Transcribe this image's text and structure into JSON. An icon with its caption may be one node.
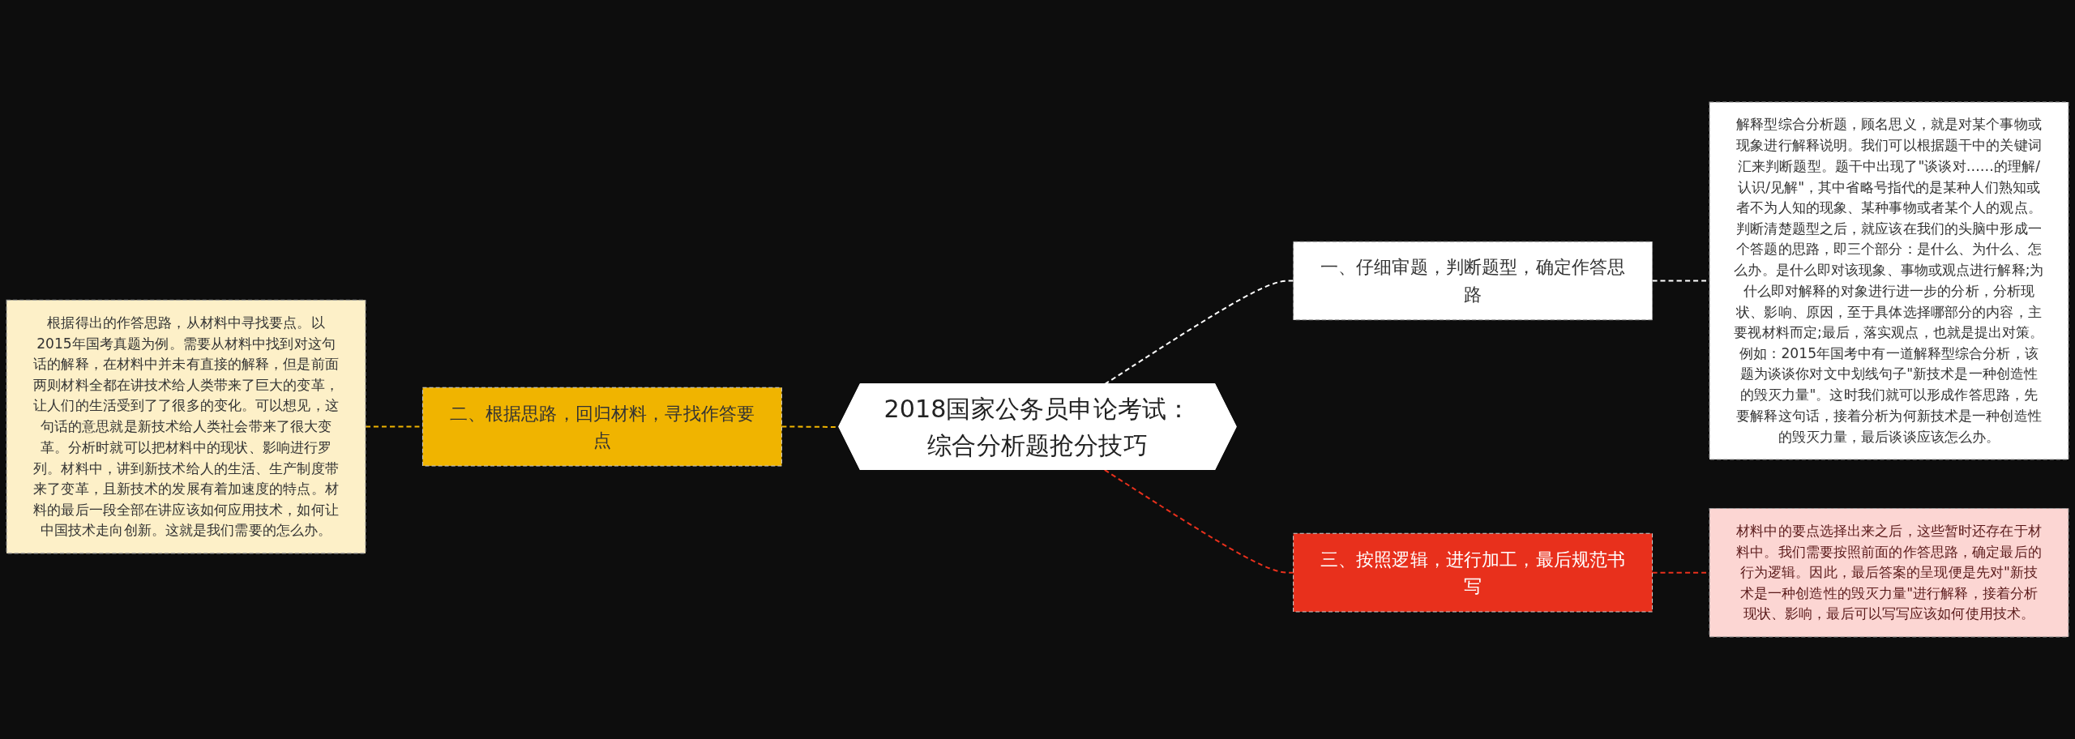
{
  "diagram": {
    "nodes": [
      {
        "text": [
          "根据得出的作答思路，从材料中寻找要点。以2015年国考真题为例。需要从材料中找到对这句话的解释，在材料中并未有直接的解释，但是前面两则材料全都在讲技术给人类带来了巨大的变革，让人们的生活受到了了很多的变化。可以想见，这句话的意思就是新技术给人类社会带来了很大变革。分析时就可以把材料中的现状、影响进行罗列。材料中，讲到新技术给人的生活、生产制度带来了变革，且新技术的发展有着加速度的特点。材料的最后一段全部在讲应该如何应用技术，如何让中国技术走向创新。这就是我们需要的怎么办。"
        ]
      },
      {
        "text": [
          "二、根据思路，回归材料，寻找作答要点"
        ]
      },
      {
        "text": [
          "2018国家公务员申论考试：综合分析题抢分技巧"
        ]
      },
      {
        "text": [
          "一、仔细审题，判断题型，确定作答思路"
        ]
      },
      {
        "text": [
          "解释型综合分析题，顾名思义，就是对某个事物或现象进行解释说明。我们可以根据题干中的关键词汇来判断题型。题干中出现了\"谈谈对……的理解/认识/见解\"，其中省略号指代的是某种人们熟知或者不为人知的现象、某种事物或者某个人的观点。判断清楚题型之后，就应该在我们的头脑中形成一个答题的思路，即三个部分：是什么、为什么、怎么办。是什么即对该现象、事物或观点进行解释;为什么即对解释的对象进行进一步的分析，分析现状、影响、原因，至于具体选择哪部分的内容，主要视材料而定;最后，落实观点，也就是提出对策。例如：2015年国考中有一道解释型综合分析，该题为谈谈你对文中划线句子\"新技术是一种创造性的毁灭力量\"。这时我们就可以形成作答思路，先要解释这句话，接着分析为何新技术是一种创造性的毁灭力量，最后谈谈应该怎么办。"
        ]
      },
      {
        "text": [
          "三、按照逻辑，进行加工，最后规范书写"
        ]
      },
      {
        "text": [
          "材料中的要点选择出来之后，这些暂时还存在于材料中。我们需要按照前面的作答思路，确定最后的行为逻辑。因此，最后答案的呈现便是先对\"新技术是一种创造性的毁灭力量\"进行解释，接着分析现状、影响，最后可以写写应该如何使用技术。"
        ]
      }
    ],
    "edges": [
      {
        "from": 0,
        "to": 1,
        "arrow": "none",
        "style": "dashed",
        "color": "#f0b400"
      },
      {
        "from": 1,
        "to": 2,
        "arrow": "none",
        "style": "dashed",
        "color": "#f0b400"
      },
      {
        "from": 2,
        "to": 3,
        "arrow": "none",
        "style": "dashed",
        "color": "#ffffff"
      },
      {
        "from": 3,
        "to": 4,
        "arrow": "none",
        "style": "dashed",
        "color": "#ffffff"
      },
      {
        "from": 2,
        "to": 5,
        "arrow": "none",
        "style": "dashed",
        "color": "#e8301c"
      },
      {
        "from": 5,
        "to": 6,
        "arrow": "none",
        "style": "dashed",
        "color": "#e8301c"
      }
    ]
  }
}
